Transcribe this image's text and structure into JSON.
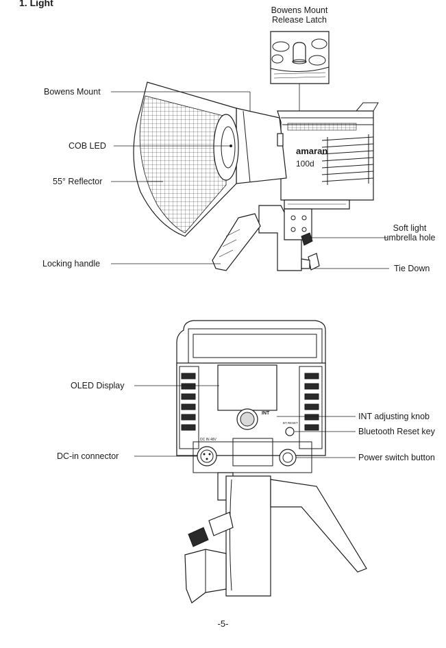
{
  "heading": "1. Light",
  "callouts_top": {
    "release_latch_line1": "Bowens Mount",
    "release_latch_line2": "Release Latch",
    "bowens_mount": "Bowens Mount",
    "cob_led": "COB LED",
    "reflector": "55° Reflector",
    "locking_handle": "Locking handle",
    "umbrella_line1": "Soft light",
    "umbrella_line2": "umbrella hole",
    "tie_down": "Tie Down"
  },
  "device_branding": {
    "brand": "amaran",
    "model": "100d"
  },
  "callouts_bottom": {
    "oled_display": "OLED Display",
    "int_knob": "INT adjusting knob",
    "bt_reset": "Bluetooth Reset key",
    "dc_in": "DC-in connector",
    "power_switch": "Power switch button"
  },
  "panel_markings": {
    "int": "INT",
    "bt_reset": "BT RESET",
    "dc_in": "DC IN  48V"
  },
  "page_number": "-5-"
}
